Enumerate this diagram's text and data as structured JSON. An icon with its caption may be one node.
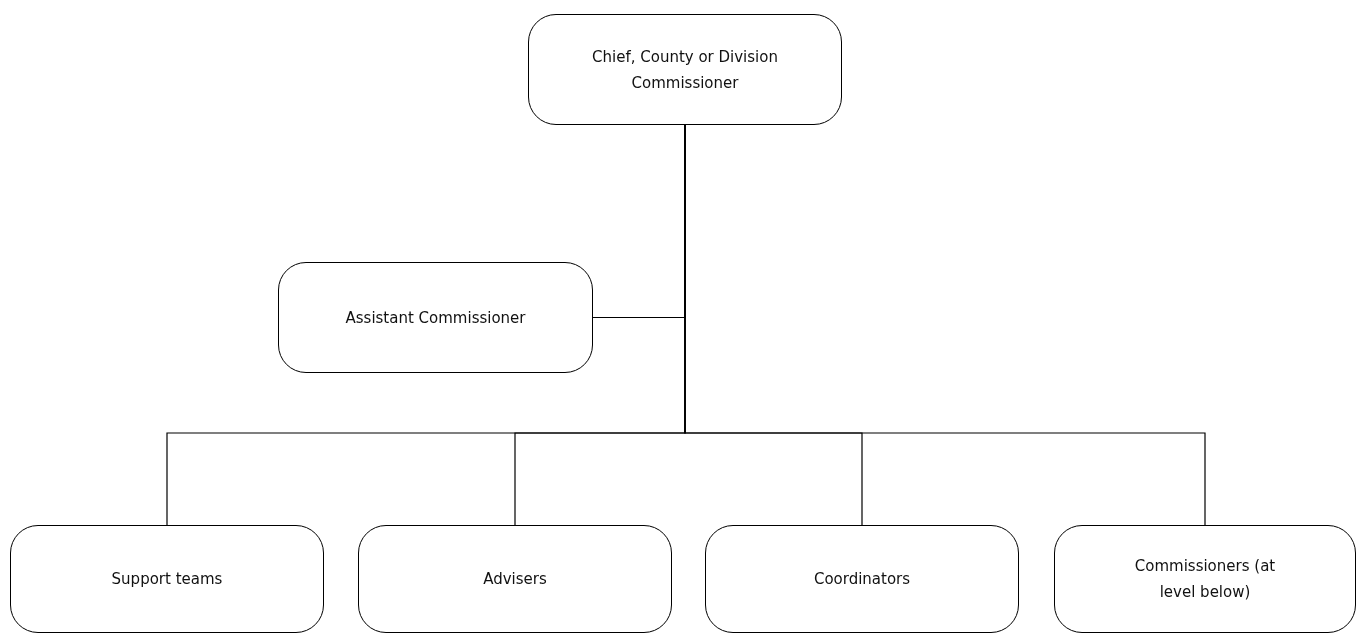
{
  "diagram": {
    "nodes": [
      {
        "text": [
          "Chief, County or Division Commissioner"
        ]
      },
      {
        "text": [
          "Assistant Commissioner"
        ]
      },
      {
        "text": [
          "Support teams"
        ]
      },
      {
        "text": [
          "Advisers"
        ]
      },
      {
        "text": [
          "Coordinators"
        ]
      },
      {
        "text": [
          "Commissioners (at level below)"
        ]
      }
    ],
    "edges": [
      {
        "from": 0,
        "to": 1,
        "arrow": "none"
      },
      {
        "from": 0,
        "to": 2,
        "arrow": "none"
      },
      {
        "from": 0,
        "to": 3,
        "arrow": "none"
      },
      {
        "from": 0,
        "to": 4,
        "arrow": "none"
      },
      {
        "from": 0,
        "to": 5,
        "arrow": "none"
      }
    ]
  }
}
